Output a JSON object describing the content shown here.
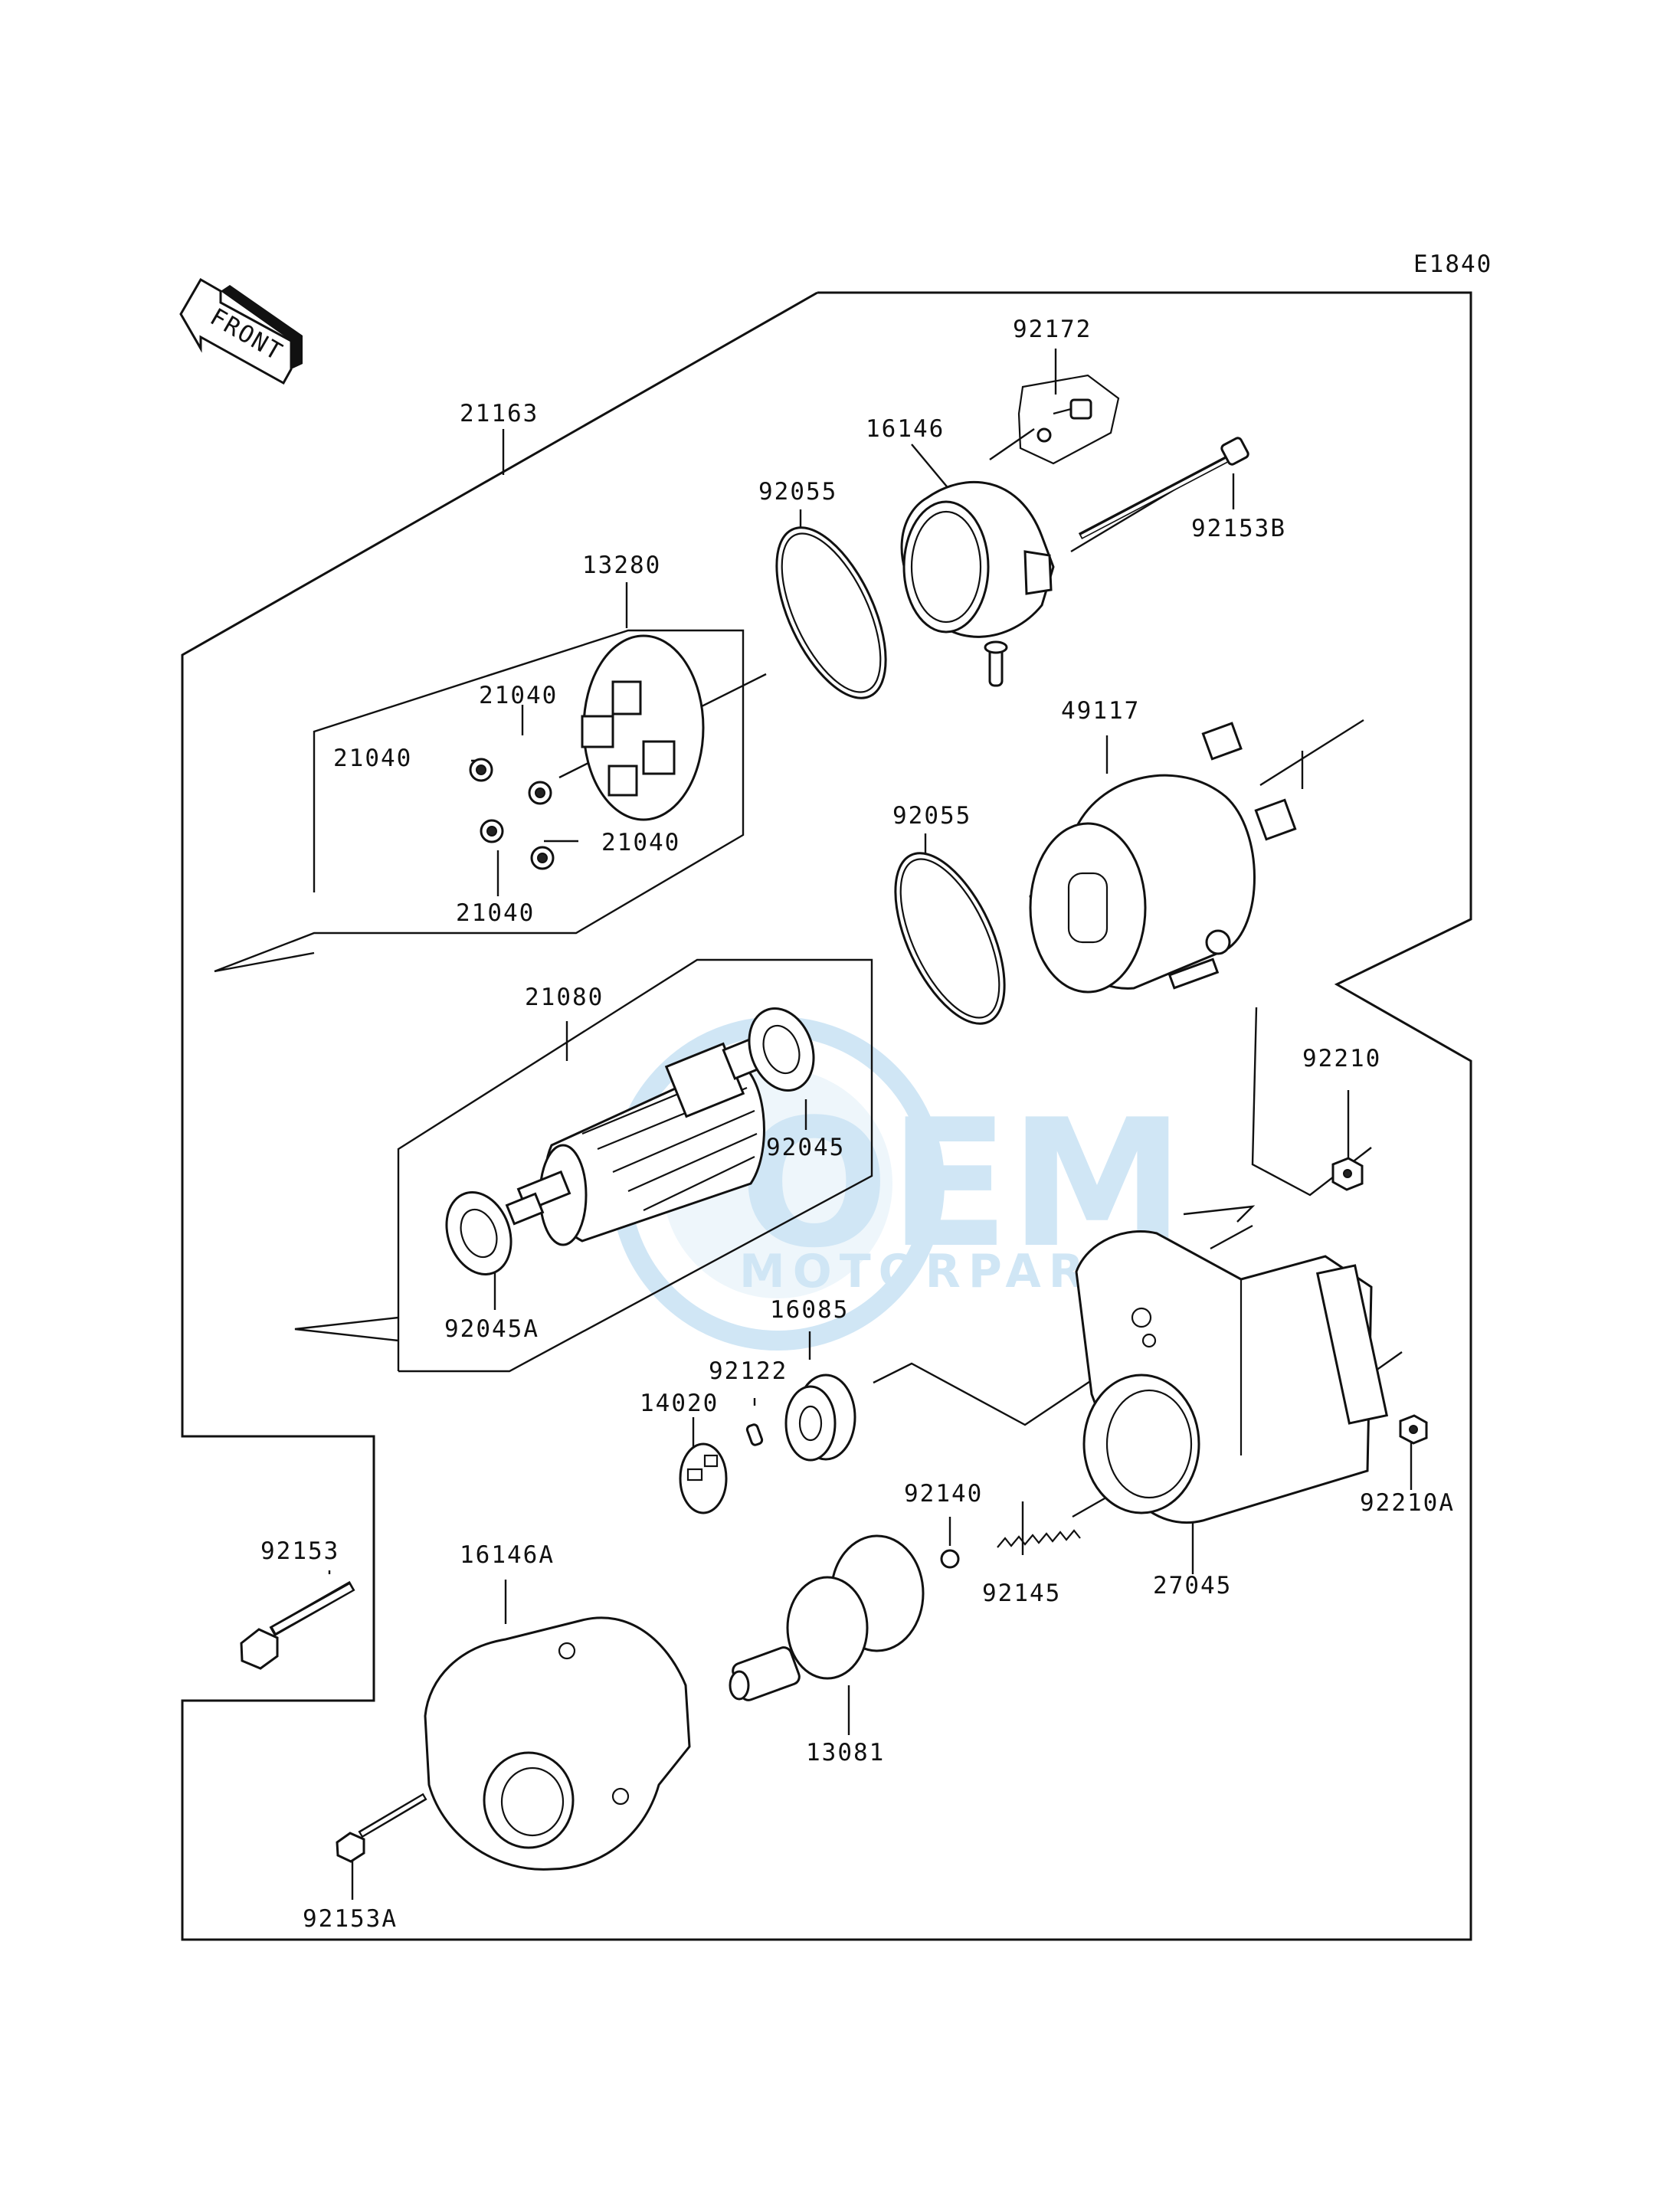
{
  "diagram_code": "E1840",
  "front_label": "FRONT",
  "watermark": {
    "logo": "OEM",
    "sub": "MOTORPARTS",
    "color": "#5aa9dd"
  },
  "parts": {
    "p21163": "21163",
    "p92172": "92172",
    "p16146": "16146",
    "p92055a": "92055",
    "p92153b": "92153B",
    "p13280": "13280",
    "p21040a": "21040",
    "p21040b": "21040",
    "p21040c": "21040",
    "p21040d": "21040",
    "p49117": "49117",
    "p92055b": "92055",
    "p21080": "21080",
    "p92045": "92045",
    "p92045a": "92045A",
    "p92210": "92210",
    "p16085": "16085",
    "p92122": "92122",
    "p14020": "14020",
    "p92140": "92140",
    "p92210a": "92210A",
    "p92153": "92153",
    "p16146a": "16146A",
    "p92145": "92145",
    "p27045": "27045",
    "p13081": "13081",
    "p92153a": "92153A"
  }
}
